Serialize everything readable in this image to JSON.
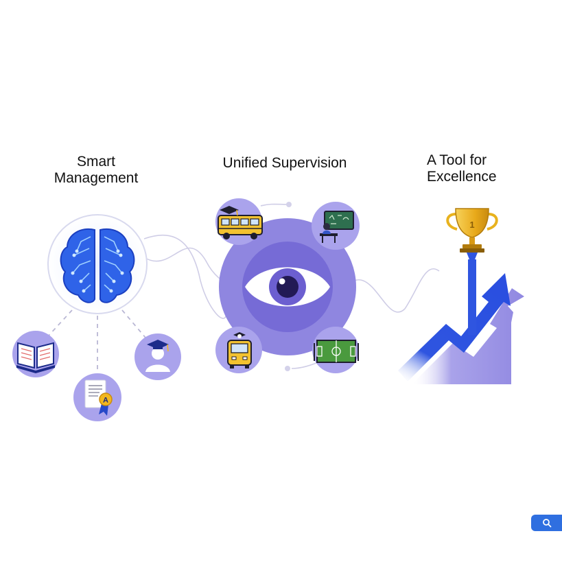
{
  "sections": {
    "smart_management": {
      "line1": "Smart",
      "line2": "Management"
    },
    "unified_supervision": {
      "title": "Unified Supervision"
    },
    "tool_for_excellence": {
      "line1": "A Tool for",
      "line2": "Excellence"
    }
  },
  "trophy": {
    "rank": "1"
  },
  "grade_doc": {
    "grade": "A"
  },
  "icons": [
    "brain-circuit-icon",
    "book-icon",
    "graduation-student-icon",
    "graded-document-icon",
    "eye-icon",
    "school-bus-icon",
    "teacher-board-icon",
    "football-field-icon",
    "trophy-icon",
    "growth-arrow-icon",
    "search-icon"
  ],
  "colors": {
    "accent_purple": "#8f86e0",
    "ring_purple": "#b9b2ee",
    "brain_blue": "#2f63e8",
    "arrow_blue": "#2f55e0",
    "bus_yellow": "#f2c230",
    "trophy_gold": "#e8b21e",
    "fab_blue": "#2f6fe0"
  }
}
